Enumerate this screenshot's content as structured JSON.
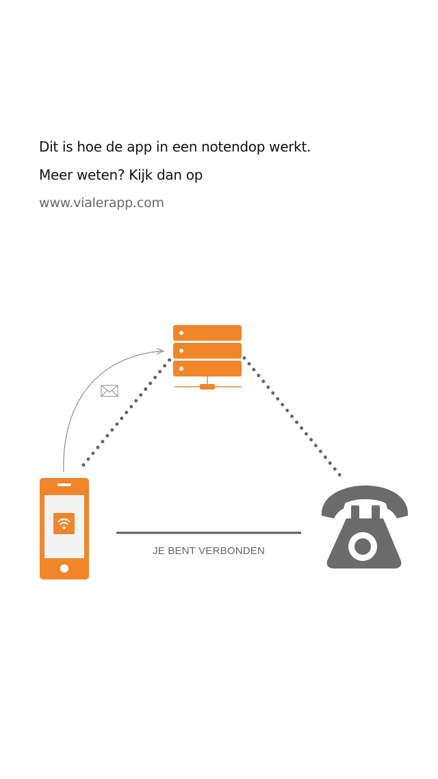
{
  "intro": {
    "line1": "Dit is hoe de app in een notendop werkt.",
    "line2": "Meer weten? Kijk dan op",
    "link": "www.vialerapp.com"
  },
  "diagram": {
    "status_label": "JE BENT VERBONDEN",
    "icons": {
      "server": "server-icon",
      "smartphone": "smartphone-icon",
      "wifi": "wifi-icon",
      "telephone": "telephone-icon",
      "message": "envelope-icon"
    }
  },
  "colors": {
    "accent": "#F0852A",
    "dark_gray": "#6B6B6B",
    "text": "#111111",
    "link": "#6A6A6A"
  }
}
